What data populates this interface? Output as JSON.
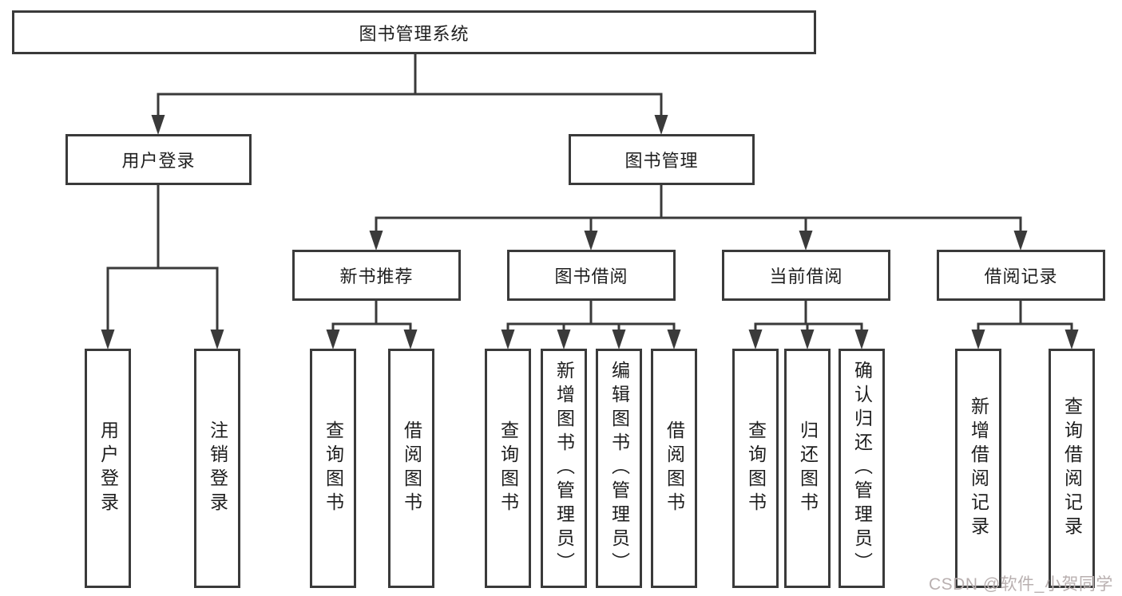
{
  "root": {
    "label": "图书管理系统"
  },
  "level2": [
    {
      "label": "用户登录"
    },
    {
      "label": "图书管理"
    }
  ],
  "level3": [
    {
      "label": "新书推荐"
    },
    {
      "label": "图书借阅"
    },
    {
      "label": "当前借阅"
    },
    {
      "label": "借阅记录"
    }
  ],
  "leaves": {
    "user_login": [
      "用户登录",
      "注销登录"
    ],
    "new_books": [
      "查询图书",
      "借阅图书"
    ],
    "borrow": [
      "查询图书",
      "新增图书（管理员）",
      "编辑图书（管理员）",
      "借阅图书"
    ],
    "current": [
      "查询图书",
      "归还图书",
      "确认归还（管理员）"
    ],
    "records": [
      "新增借阅记录",
      "查询借阅记录"
    ]
  },
  "watermark": "CSDN @软件_小贺同学",
  "colors": {
    "line": "#3a3a3a",
    "text": "#1e1e1e",
    "watermark": "#b9b0b0",
    "background": "#ffffff"
  }
}
